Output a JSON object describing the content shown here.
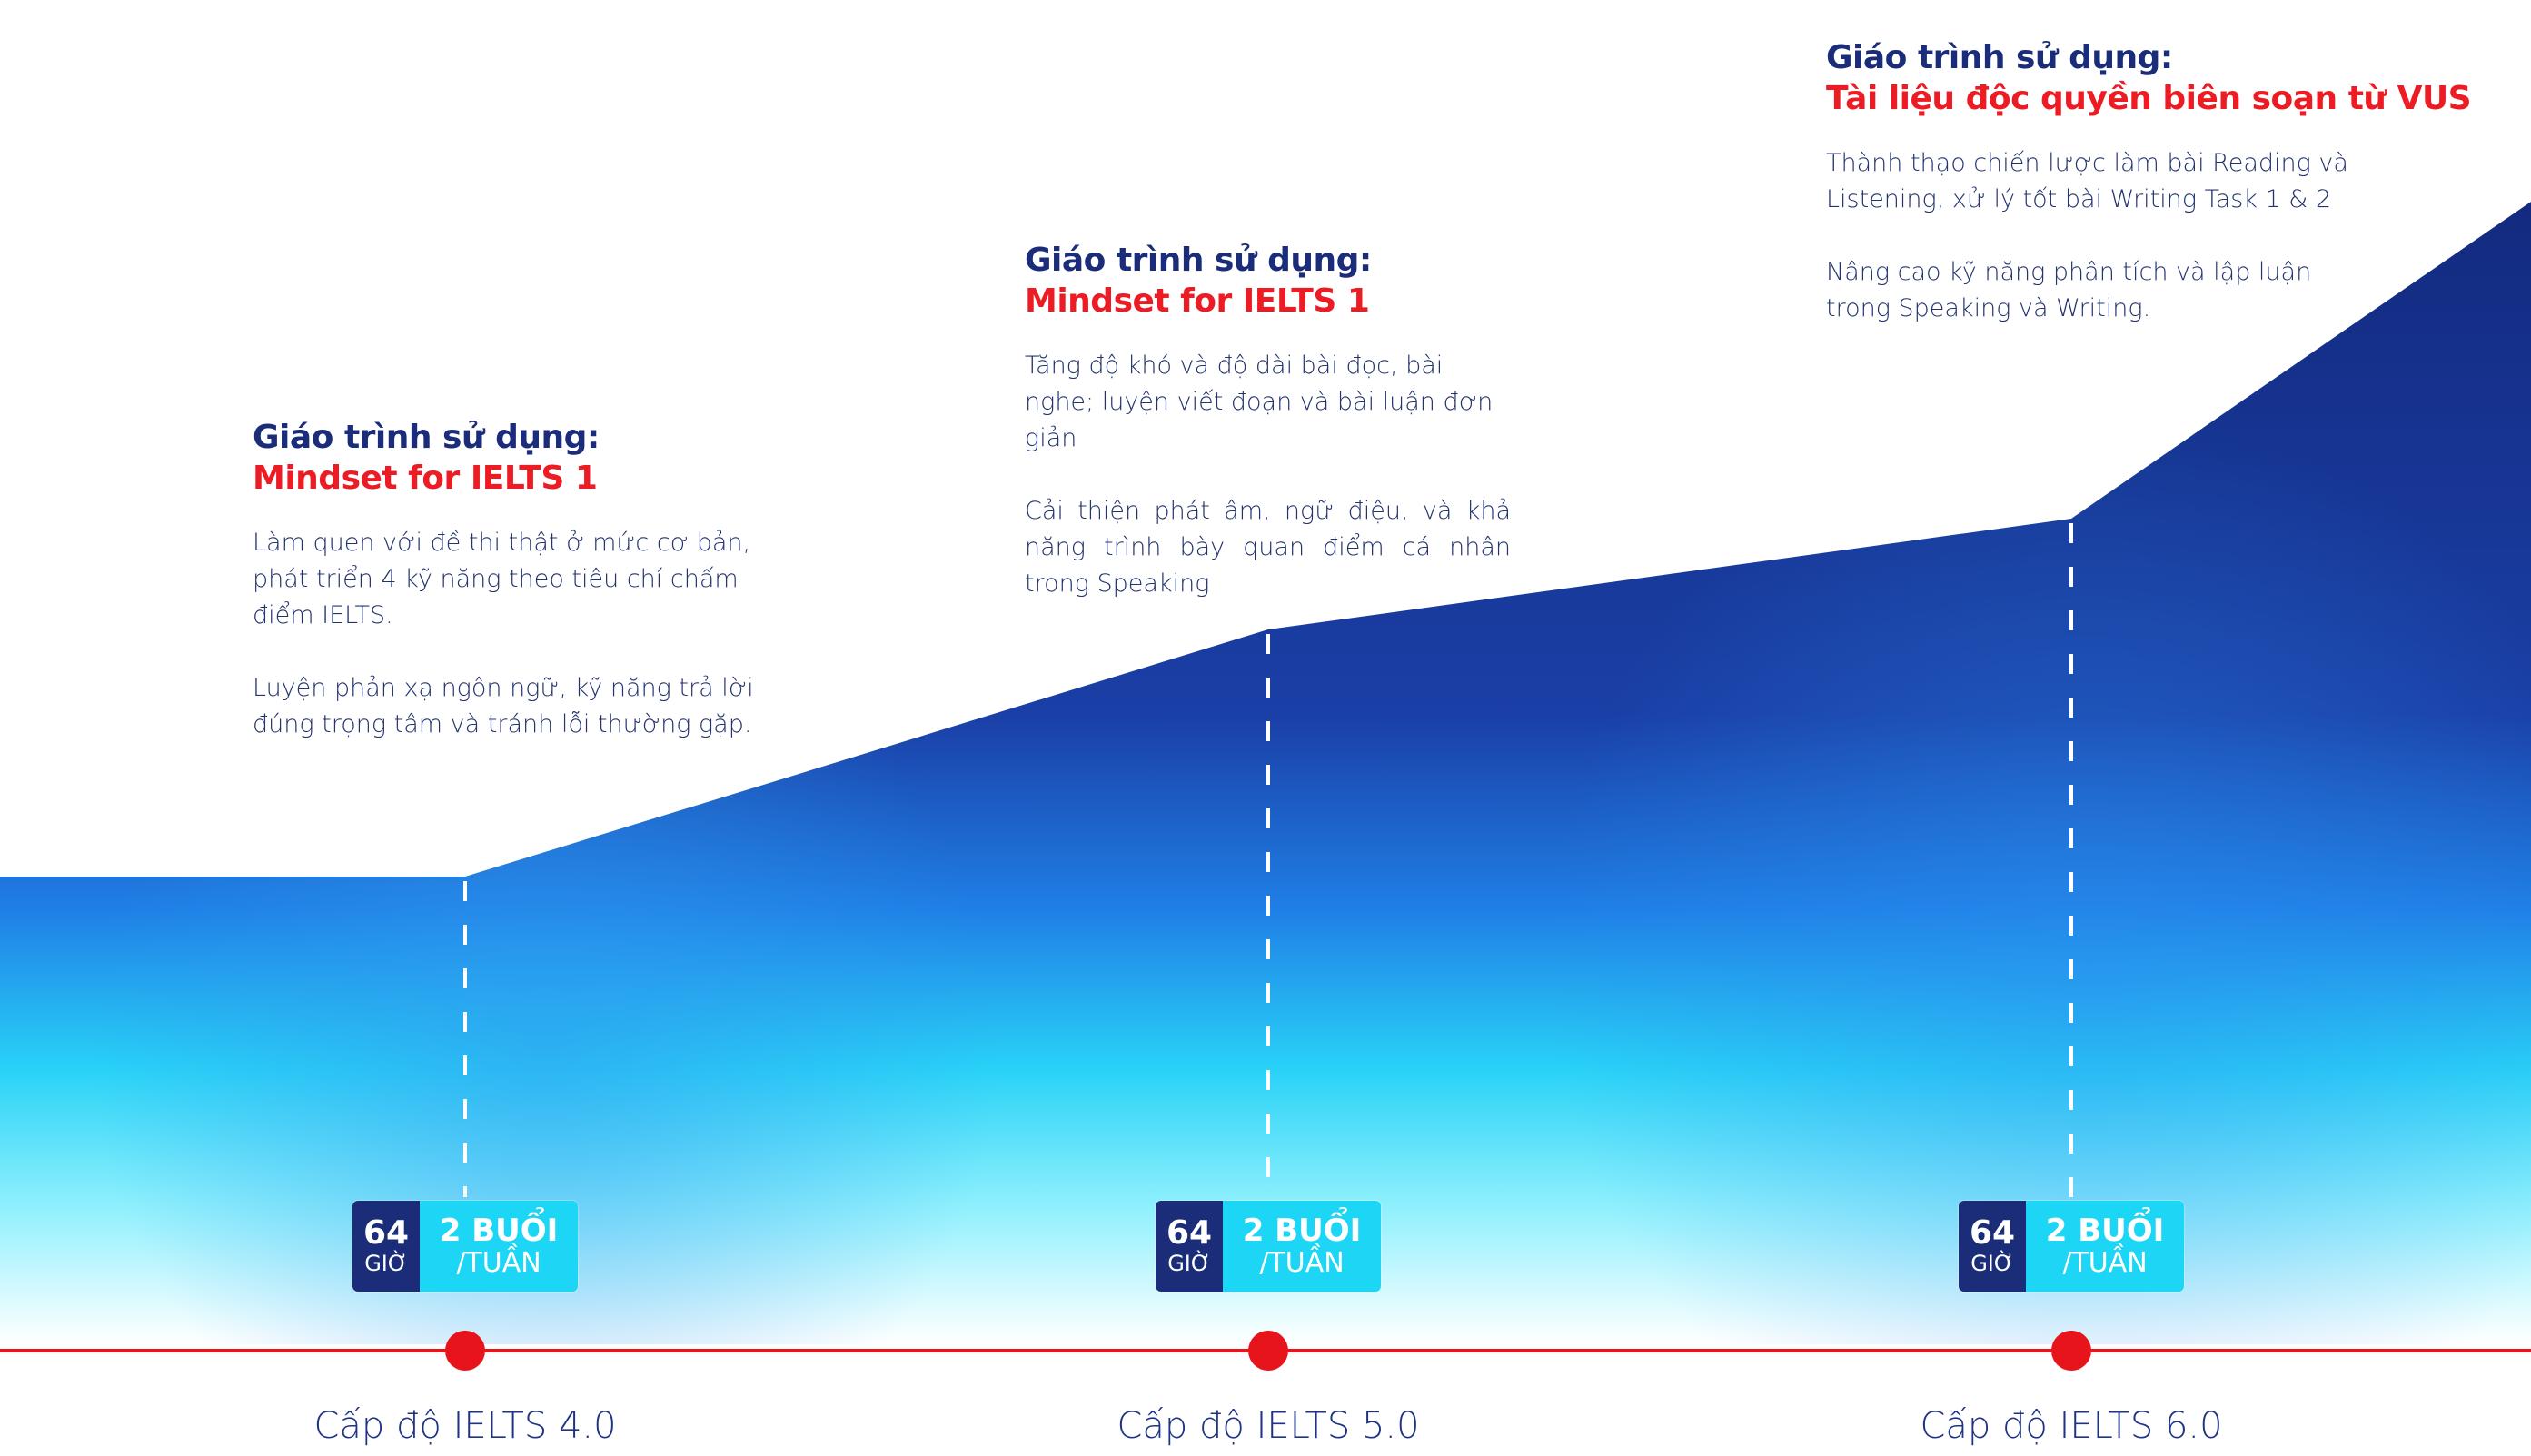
{
  "stages": [
    {
      "heading": "Giáo trình sử dụng:",
      "book": "Mindset for IELTS 1",
      "paragraphs": [
        "Làm quen với đề thi thật ở mức cơ bản, phát triển 4 kỹ năng theo tiêu chí chấm điểm IELTS.",
        "Luyện phản xạ ngôn ngữ, kỹ năng trả lời đúng trọng tâm và tránh lỗi thường gặp."
      ],
      "badge": {
        "hours": "64",
        "hours_unit": "GIỜ",
        "sessions": "2 BUỔI",
        "sessions_unit": "/TUẦN"
      },
      "level": "Cấp độ IELTS 4.0"
    },
    {
      "heading": "Giáo trình sử dụng:",
      "book": "Mindset for IELTS 1",
      "paragraphs": [
        "Tăng độ khó và độ dài bài đọc, bài nghe; luyện viết đoạn và bài luận đơn giản",
        "Cải thiện phát âm, ngữ điệu, và khả năng trình bày quan điểm cá nhân trong Speaking"
      ],
      "badge": {
        "hours": "64",
        "hours_unit": "GIỜ",
        "sessions": "2 BUỔI",
        "sessions_unit": "/TUẦN"
      },
      "level": "Cấp độ IELTS 5.0"
    },
    {
      "heading": "Giáo trình sử dụng:",
      "book": "Tài liệu độc quyền biên soạn từ VUS",
      "paragraphs": [
        "Thành thạo chiến lược làm bài Reading và Listening, xử lý tốt bài Writing Task 1 & 2",
        "Nâng cao kỹ năng phân tích và lập luận trong Speaking và Writing."
      ],
      "badge": {
        "hours": "64",
        "hours_unit": "GIỜ",
        "sessions": "2 BUỔI",
        "sessions_unit": "/TUẦN"
      },
      "level": "Cấp độ IELTS 6.0"
    }
  ],
  "colors": {
    "navy": "#1a2c7a",
    "accent_red": "#ec1c24",
    "cyan": "#1dd6f5",
    "deep_blue": "#142d86"
  }
}
